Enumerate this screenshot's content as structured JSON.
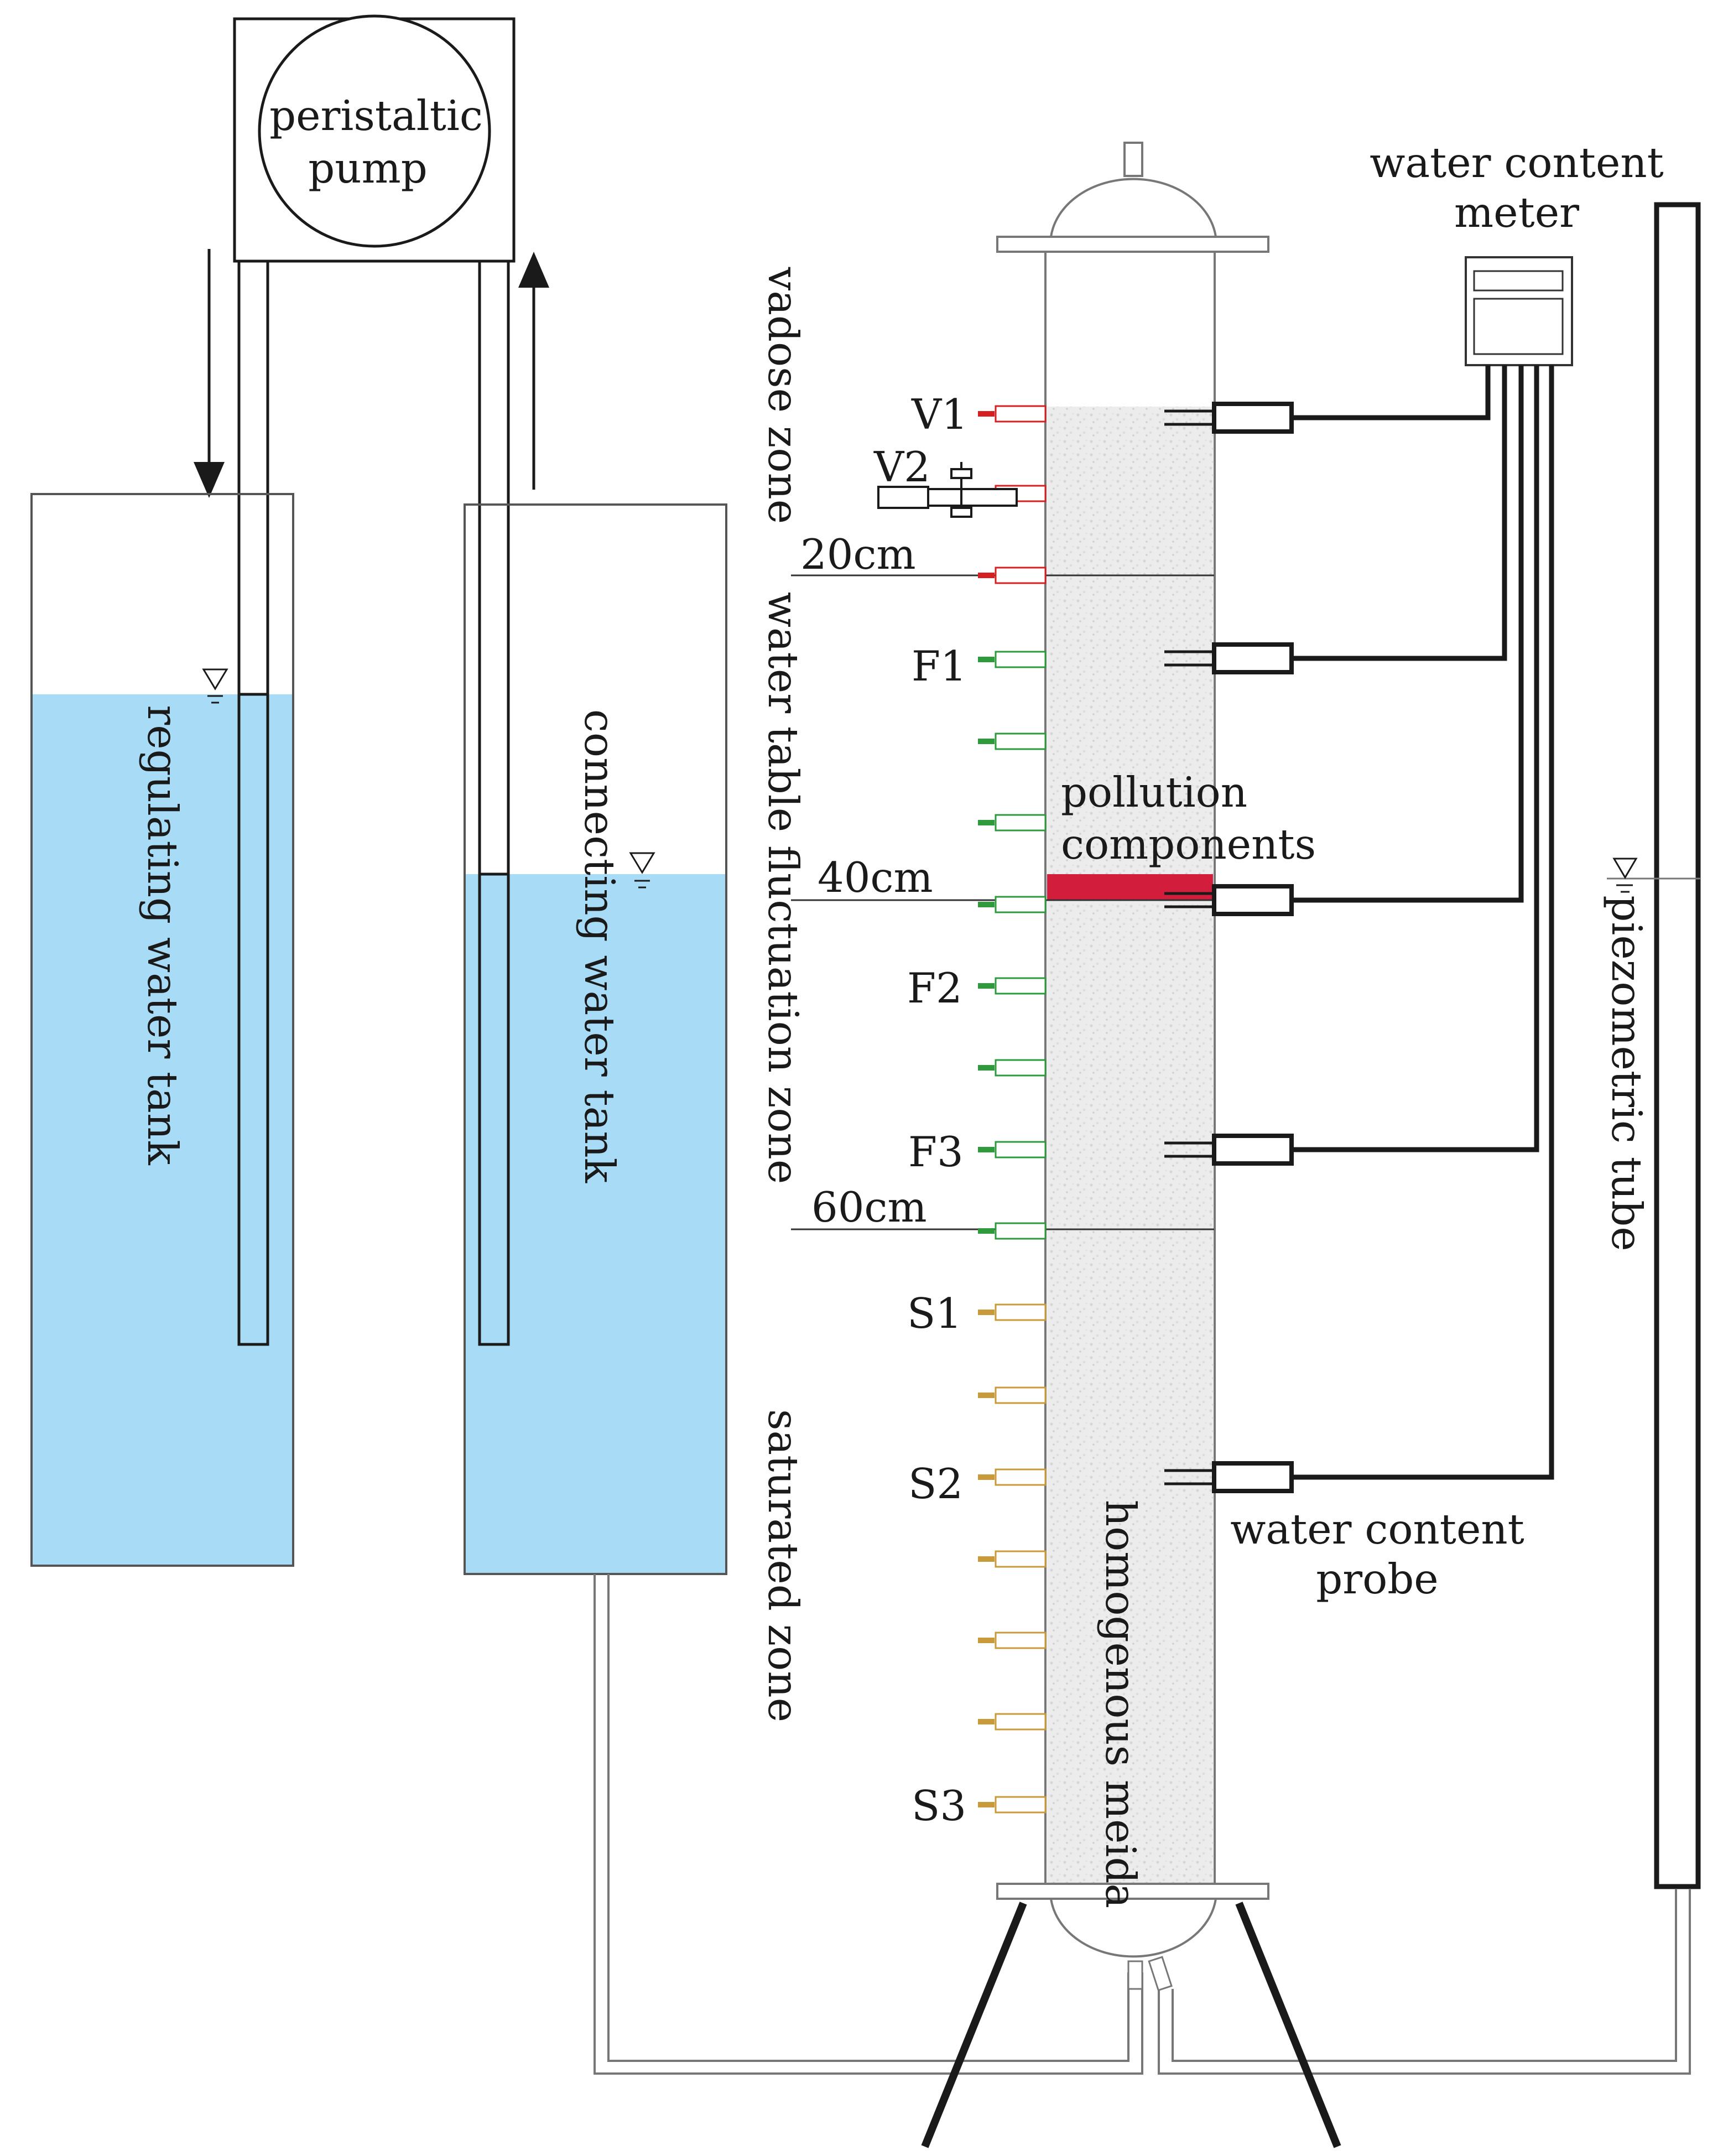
{
  "labels": {
    "pump": [
      "peristaltic",
      "pump"
    ],
    "regulating_tank": "regulating water tank",
    "connecting_tank": "connecting water tank",
    "zones": {
      "vadose": "vadose zone",
      "fluctuation": "water table fluctuation zone",
      "saturated": "saturated zone"
    },
    "depths": [
      "20cm",
      "40cm",
      "60cm"
    ],
    "ports": {
      "V1": "V1",
      "V2": "V2",
      "F1": "F1",
      "F2": "F2",
      "F3": "F3",
      "S1": "S1",
      "S2": "S2",
      "S3": "S3"
    },
    "pollution": [
      "pollution",
      "components"
    ],
    "meter": [
      "water content",
      "meter"
    ],
    "probe": [
      "water content",
      "probe"
    ],
    "piezometric_tube": "piezometric tube",
    "media": "homogenous meida"
  },
  "colors": {
    "water": "#a8dcf6",
    "pollution_layer": "#d21e3c",
    "vadose_ports": "#d42020",
    "fluctuation_ports": "#2f9a3c",
    "saturated_ports": "#c89a3a",
    "media": "#eeeeee",
    "outline": "#1a1a1a"
  },
  "icons": {
    "water_level": "water-level-triangle-icon",
    "flow_arrow": "flow-arrow-icon",
    "valve": "valve-icon"
  }
}
